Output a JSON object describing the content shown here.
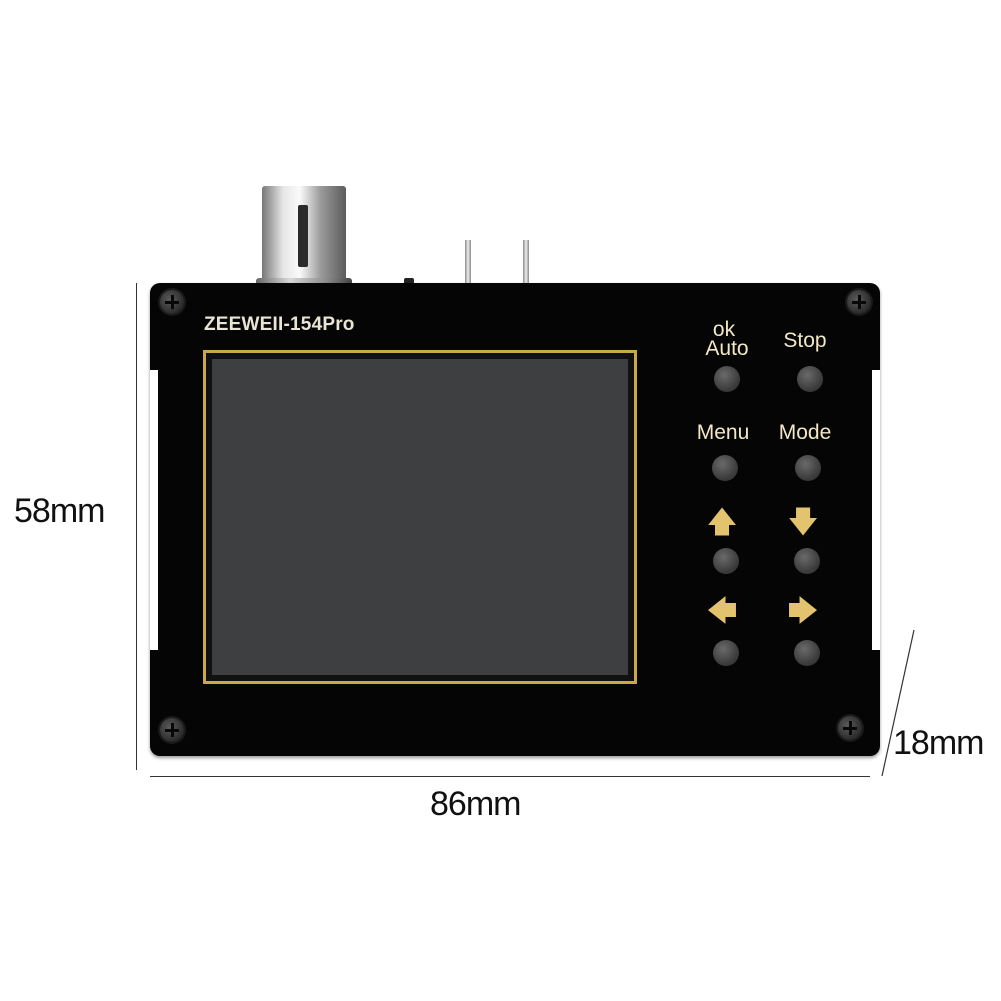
{
  "device": {
    "brand": "ZEEWEII-154Pro",
    "buttons": [
      {
        "id": "ok-auto",
        "label_top": "ok",
        "label_bottom": "Auto"
      },
      {
        "id": "stop",
        "label": "Stop"
      },
      {
        "id": "menu",
        "label": "Menu"
      },
      {
        "id": "mode",
        "label": "Mode"
      },
      {
        "id": "up",
        "icon": "arrow-up-icon",
        "glyph": "🡅"
      },
      {
        "id": "down",
        "icon": "arrow-down-icon",
        "glyph": "🡇"
      },
      {
        "id": "left",
        "icon": "arrow-left-icon",
        "glyph": "🡄"
      },
      {
        "id": "right",
        "icon": "arrow-right-icon",
        "glyph": "🡆"
      }
    ]
  },
  "dimensions": {
    "height": "58mm",
    "width": "86mm",
    "depth": "18mm"
  },
  "colors": {
    "body": "#050505",
    "screen": "#3e3f41",
    "screen_border": "#c9a94a",
    "label": "#f2e7c6",
    "arrow": "#e3c36e"
  }
}
